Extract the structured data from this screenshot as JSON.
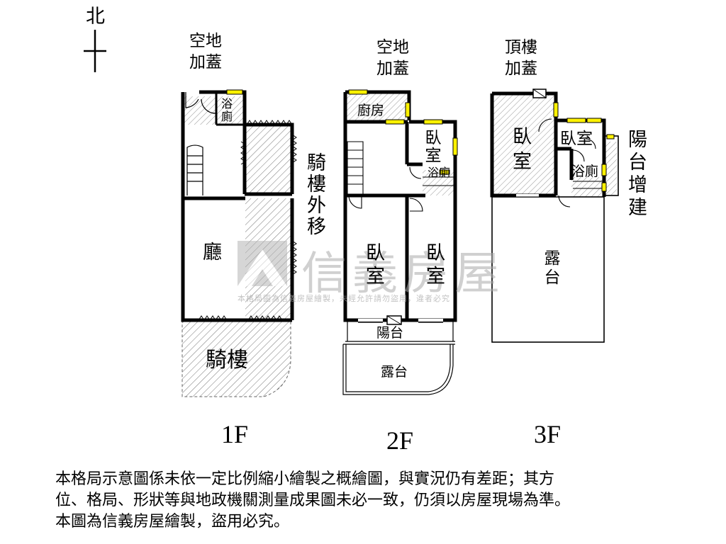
{
  "compass": {
    "north": "北"
  },
  "floors": {
    "f1": {
      "label": "1F",
      "rooms": {
        "top_addition": "空地加蓋",
        "bath": "浴廁",
        "arcade_shift": "騎樓外移",
        "hall": "廳",
        "arcade": "騎樓"
      }
    },
    "f2": {
      "label": "2F",
      "rooms": {
        "top_addition": "空地加蓋",
        "kitchen": "廚房",
        "bedroom_small": "臥室",
        "bath": "浴廁",
        "bedroom_left": "臥室",
        "bedroom_right": "臥室",
        "balcony": "陽台",
        "terrace": "露台"
      }
    },
    "f3": {
      "label": "3F",
      "rooms": {
        "top_addition": "頂樓加蓋",
        "bedroom_left": "臥室",
        "bedroom_right": "臥室",
        "bath": "浴廁",
        "balcony_addition": "陽台增建",
        "terrace": "露台"
      }
    }
  },
  "watermark": {
    "brand": "信義房屋",
    "sub": "本格局圖為信義房屋繪製，未經允許請勿盜用，違者必究"
  },
  "disclaimer": {
    "line1": "本格局示意圖係未依一定比例縮小繪製之概繪圖，與實況仍有差距；其方",
    "line2": "位、格局、形狀等與地政機關測量成果圖未必一致，仍須以房屋現場為準。",
    "line3": "本圖為信義房屋繪製，盜用必究。"
  }
}
